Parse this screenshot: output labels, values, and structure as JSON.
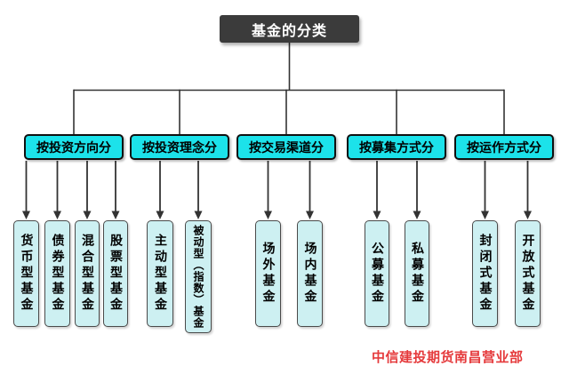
{
  "tree": {
    "root": "基金的分类",
    "categories": [
      {
        "label": "按投资方向分",
        "children": [
          "货币型基金",
          "债券型基金",
          "混合型基金",
          "股票型基金"
        ]
      },
      {
        "label": "按投资理念分",
        "children": [
          "主动型基金",
          "被动型（指数）基金"
        ]
      },
      {
        "label": "按交易渠道分",
        "children": [
          "场外基金",
          "场内基金"
        ]
      },
      {
        "label": "按募集方式分",
        "children": [
          "公募基金",
          "私募基金"
        ]
      },
      {
        "label": "按运作方式分",
        "children": [
          "封闭式基金",
          "开放式基金"
        ]
      }
    ]
  },
  "footer": {
    "credit": "中信建投期货南昌营业部"
  },
  "colors": {
    "root_bg": "#3b3b3b",
    "root_text": "#ffffff",
    "category_fill": "#1ce2ea",
    "leaf_fill": "#cdf0f2",
    "connector_line": "#333333",
    "credit_text": "#e53a3c"
  }
}
